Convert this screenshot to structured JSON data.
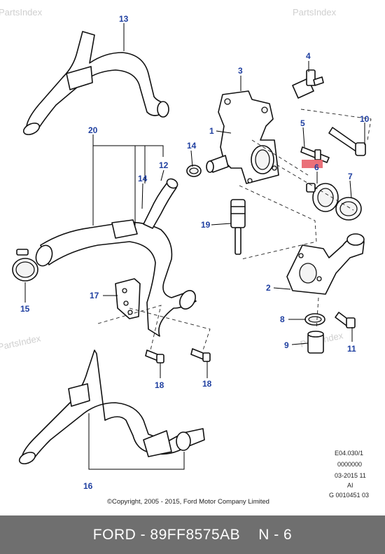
{
  "watermark": {
    "text": "PartsIndex"
  },
  "callouts": [
    "13",
    "3",
    "4",
    "1",
    "5",
    "10",
    "20",
    "14",
    "12",
    "6",
    "7",
    "14",
    "19",
    "2",
    "17",
    "8",
    "15",
    "9",
    "11",
    "18",
    "18",
    "16"
  ],
  "info_block": {
    "lines": [
      "E04.030/1",
      "0000000",
      "03-2015 11",
      "AI",
      "G 0010451 03"
    ]
  },
  "copyright": "©Copyright, 2005 - 2015, Ford Motor Company Limited",
  "footer": {
    "part_label": "FORD - 89FF8575AB",
    "position_label": "N - 6"
  },
  "colors": {
    "callout": "#1f3fa0",
    "highlight": "#e8616a",
    "footer_bg": "#6f6f6f"
  }
}
